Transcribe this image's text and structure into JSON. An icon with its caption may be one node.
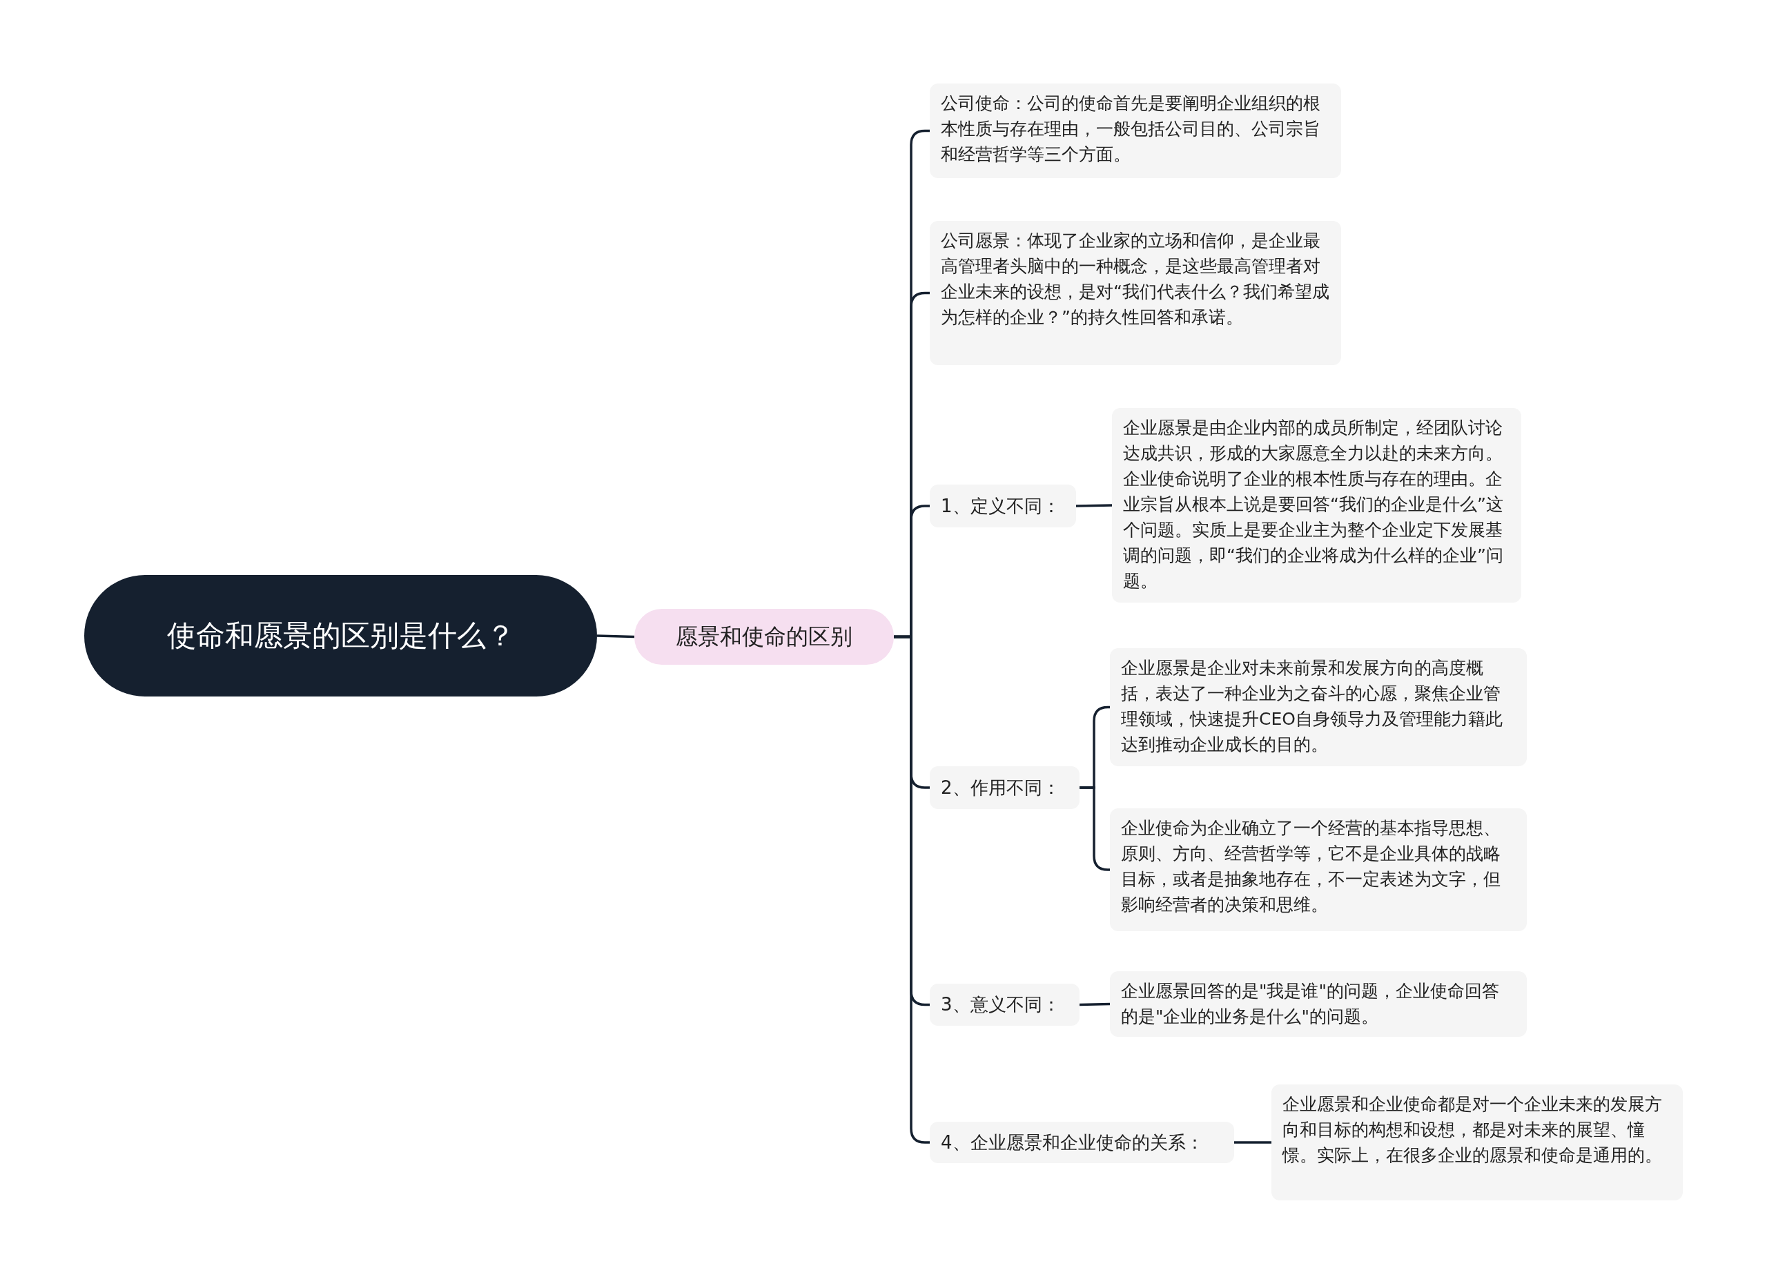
{
  "diagram": {
    "nodes": [
      {
        "text": [
          "使命和愿景的区别是什么？"
        ]
      },
      {
        "text": [
          "愿景和使命的区别"
        ]
      },
      {
        "text": [
          "公司使命：公司的使命首先是要阐明企业组织的根本性质与存在理由，一般包括公司目的、公司宗旨和经营哲学等三个方面。"
        ]
      },
      {
        "text": [
          "公司愿景：体现了企业家的立场和信仰，是企业最高管理者头脑中的一种概念，是这些最高管理者对企业未来的设想，是对“我们代表什么？我们希望成为怎样的企业？”的持久性回答和承诺。"
        ]
      },
      {
        "text": [
          "1、定义不同："
        ]
      },
      {
        "text": [
          "企业愿景是由企业内部的成员所制定，经团队讨论达成共识，形成的大家愿意全力以赴的未来方向。企业使命说明了企业的根本性质与存在的理由。企业宗旨从根本上说是要回答“我们的企业是什么”这个问题。实质上是要企业主为整个企业定下发展基调的问题，即“我们的企业将成为什么样的企业”问题。"
        ]
      },
      {
        "text": [
          "2、作用不同："
        ]
      },
      {
        "text": [
          "企业愿景是企业对未来前景和发展方向的高度概括，表达了一种企业为之奋斗的心愿，聚焦企业管理领域，快速提升CEO自身领导力及管理能力籍此达到推动企业成长的目的。"
        ]
      },
      {
        "text": [
          "企业使命为企业确立了一个经营的基本指导思想、原则、方向、经营哲学等，它不是企业具体的战略目标，或者是抽象地存在，不一定表述为文字，但影响经营者的决策和思维。"
        ]
      },
      {
        "text": [
          "3、意义不同："
        ]
      },
      {
        "text": [
          "企业愿景回答的是\"我是谁\"的问题，企业使命回答的是\"企业的业务是什么\"的问题。"
        ]
      },
      {
        "text": [
          "4、企业愿景和企业使命的关系："
        ]
      },
      {
        "text": [
          "企业愿景和企业使命都是对一个企业未来的发展方向和目标的构想和设想，都是对未来的展望、憧憬。实际上，在很多企业的愿景和使命是通用的。"
        ]
      }
    ],
    "edges": [
      {
        "from": 0,
        "to": 1,
        "arrow": "none"
      },
      {
        "from": 1,
        "to": 2,
        "arrow": "none"
      },
      {
        "from": 1,
        "to": 3,
        "arrow": "none"
      },
      {
        "from": 1,
        "to": 4,
        "arrow": "none"
      },
      {
        "from": 1,
        "to": 6,
        "arrow": "none"
      },
      {
        "from": 1,
        "to": 9,
        "arrow": "none"
      },
      {
        "from": 1,
        "to": 11,
        "arrow": "none"
      },
      {
        "from": 4,
        "to": 5,
        "arrow": "none"
      },
      {
        "from": 6,
        "to": 7,
        "arrow": "none"
      },
      {
        "from": 6,
        "to": 8,
        "arrow": "none"
      },
      {
        "from": 9,
        "to": 10,
        "arrow": "none"
      },
      {
        "from": 11,
        "to": 12,
        "arrow": "none"
      }
    ]
  }
}
